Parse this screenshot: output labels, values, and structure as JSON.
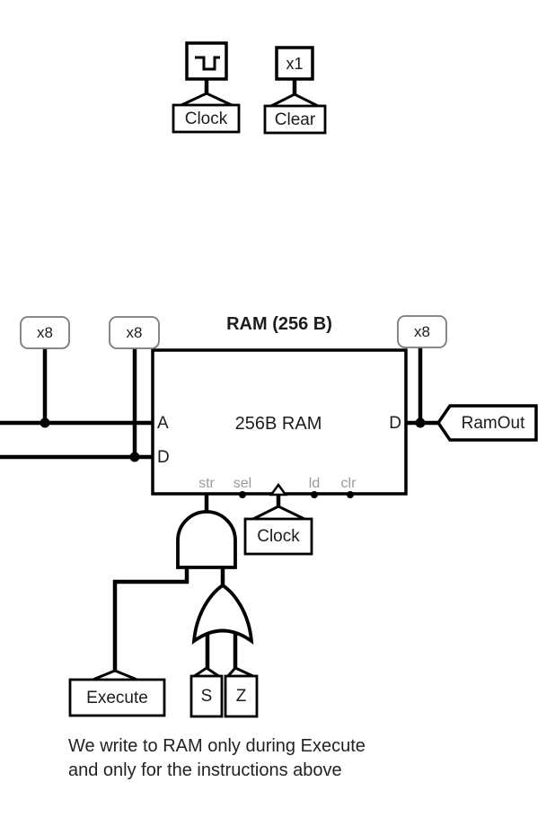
{
  "colors": {
    "wire": "#000000",
    "component_border": "#000000",
    "pin_label_gray": "#9b9b9b",
    "pill_border": "#7a7a7a",
    "background": "#ffffff"
  },
  "top_section": {
    "clock_tunnel": "Clock",
    "clear_tunnel": "Clear",
    "clear_width_badge": "x1"
  },
  "ram_section": {
    "title": "RAM (256 B)",
    "chip_name": "256B RAM",
    "ports": {
      "left_addr": "A",
      "left_data": "D",
      "right_data": "D"
    },
    "bottom_pins": [
      "str",
      "sel",
      "ld",
      "clr"
    ],
    "bus_width_badges": [
      "x8",
      "x8",
      "x8"
    ],
    "ram_out_tunnel": "RamOut",
    "clock_tunnel": "Clock"
  },
  "gate_section": {
    "execute_tunnel": "Execute",
    "s_tunnel": "S",
    "z_tunnel": "Z"
  },
  "caption": {
    "line1": "We write to RAM only during Execute",
    "line2": "and only for the instructions above"
  }
}
